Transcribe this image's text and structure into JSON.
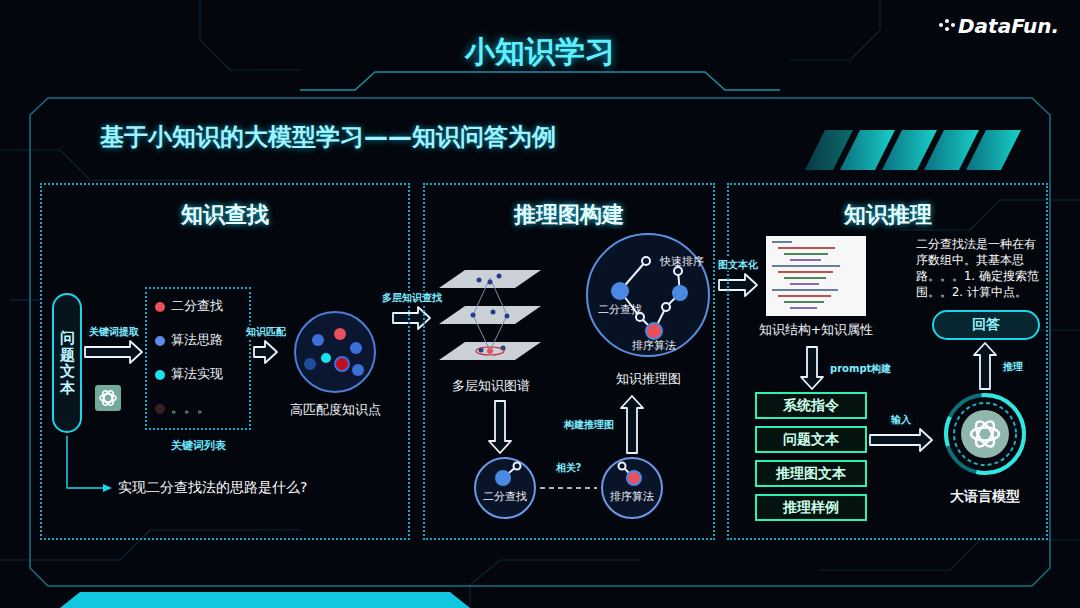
{
  "diagram": {
    "title": "小知识学习",
    "nodes": [
      {
        "text": [
          "知识查找"
        ]
      },
      {
        "text": [
          "问题文本"
        ],
        "in": 0
      },
      {
        "text": [
          "二分查找",
          "算法思路",
          "算法实现",
          "。。。",
          "关键词列表"
        ],
        "in": 0
      },
      {
        "text": [
          "高匹配度知识点"
        ],
        "in": 0
      },
      {
        "text": [
          "推理图构建"
        ]
      },
      {
        "text": [
          "多层知识图谱"
        ],
        "in": 4
      },
      {
        "text": [
          "二分查找",
          "快速排序",
          "排序算法",
          "知识推理图"
        ],
        "in": 4
      },
      {
        "text": [
          "二分查找"
        ],
        "in": 4
      },
      {
        "text": [
          "排序算法"
        ],
        "in": 4
      },
      {
        "text": [
          "知识推理"
        ]
      },
      {
        "text": [
          "知识结构+知识属性"
        ],
        "in": 9
      },
      {
        "text": [
          "回答"
        ],
        "in": 9
      },
      {
        "text": [
          "系统指令"
        ],
        "in": 9
      },
      {
        "text": [
          "问题文本"
        ],
        "in": 9
      },
      {
        "text": [
          "推理图文本"
        ],
        "in": 9
      },
      {
        "text": [
          "推理样例"
        ],
        "in": 9
      },
      {
        "text": [
          "大语言模型"
        ],
        "in": 9
      }
    ],
    "edges": [
      {
        "from": 1,
        "to": 2,
        "label": "关键词提取",
        "arrow": "to"
      },
      {
        "from": 2,
        "to": 3,
        "label": "知识匹配",
        "arrow": "to"
      },
      {
        "from": 3,
        "to": 5,
        "label": "多层知识查找",
        "arrow": "to"
      },
      {
        "from": 5,
        "to": 7,
        "arrow": "to"
      },
      {
        "from": 7,
        "to": 8,
        "label": "相关?",
        "arrow": "none"
      },
      {
        "from": 8,
        "to": 6,
        "label": "构建推理图",
        "arrow": "to"
      },
      {
        "from": 6,
        "to": 10,
        "label": "图文本化",
        "arrow": "to"
      },
      {
        "from": 10,
        "to": 12,
        "label": "prompt构建",
        "arrow": "to"
      },
      {
        "from": 13,
        "to": 16,
        "label": "输入",
        "arrow": "to"
      },
      {
        "from": 16,
        "to": 11,
        "label": "推理",
        "arrow": "to"
      }
    ],
    "labels": [
      "DataFun.",
      "基于小知识的大模型学习——知识问答为例",
      "实现二分查找法的思路是什么?",
      "二分查找法是一种在有序数组中。其基本思路。。。1. 确定搜索范围。。2. 计算中点。"
    ]
  }
}
